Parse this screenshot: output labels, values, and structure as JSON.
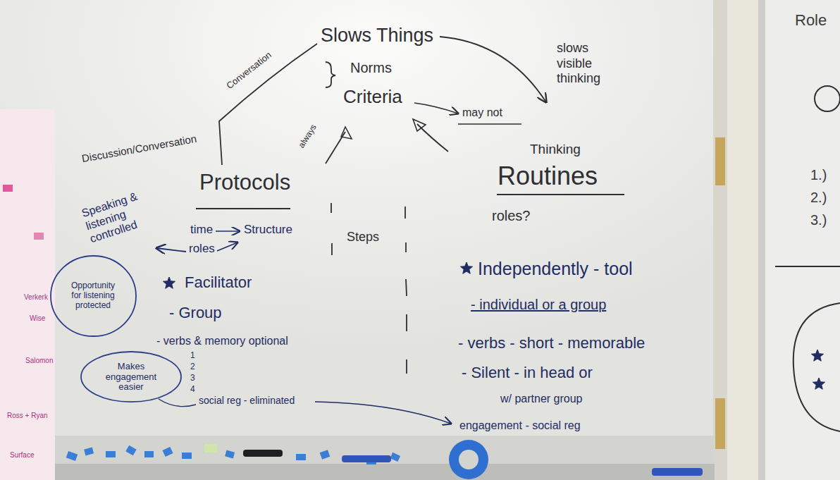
{
  "diagram": {
    "nodes": [
      {
        "text": [
          "Opportunity for listening protected"
        ]
      },
      {
        "text": [
          "Makes engagement easier"
        ]
      }
    ],
    "labels": [
      "Slows Things",
      "slows visible thinking",
      "Norms",
      "Conversation",
      "Criteria",
      "may not",
      "always",
      "Thinking",
      "Discussion/Conversation",
      "Protocols",
      "Routines",
      "roles?",
      "Speaking & listening controlled",
      "time",
      "Structure",
      "Steps",
      "roles",
      "Independently - tool",
      "Facilitator",
      "- individual or a group",
      "- Group",
      "- verbs & memory optional",
      "- verbs - short - memorable",
      "1",
      "- Silent - in head or",
      "2",
      "3",
      "4",
      "w/ partner group",
      "social reg - eliminated",
      "engagement - social reg",
      "Role",
      "1.)",
      "2.)",
      "3.)",
      "Verkerk",
      "Wise",
      "Salomon",
      "Ross + Ryan",
      "Surface"
    ]
  }
}
